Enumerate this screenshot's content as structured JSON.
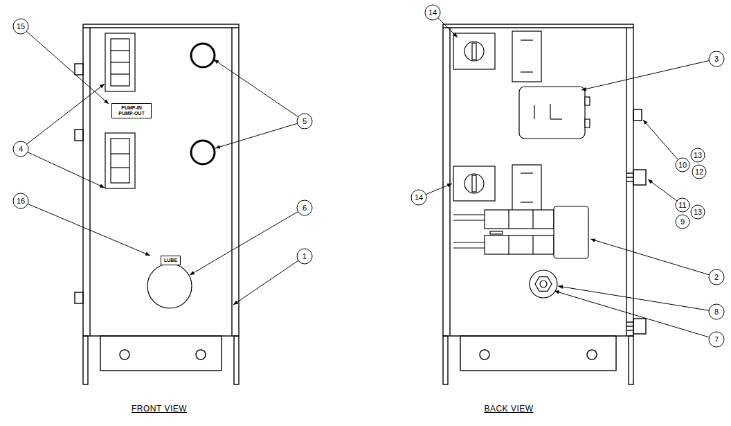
{
  "diagram": {
    "nodes": [
      {
        "text": [
          "PUMP-IN PUMP-OUT"
        ]
      },
      {
        "text": [
          "LUBE"
        ]
      }
    ],
    "labels": [
      "15",
      "4",
      "5",
      "16",
      "6",
      "1",
      "FRONT VIEW",
      "14",
      "3",
      "10",
      "13",
      "12",
      "11",
      "13",
      "9",
      "14",
      "2",
      "8",
      "7",
      "BACK VIEW"
    ]
  }
}
